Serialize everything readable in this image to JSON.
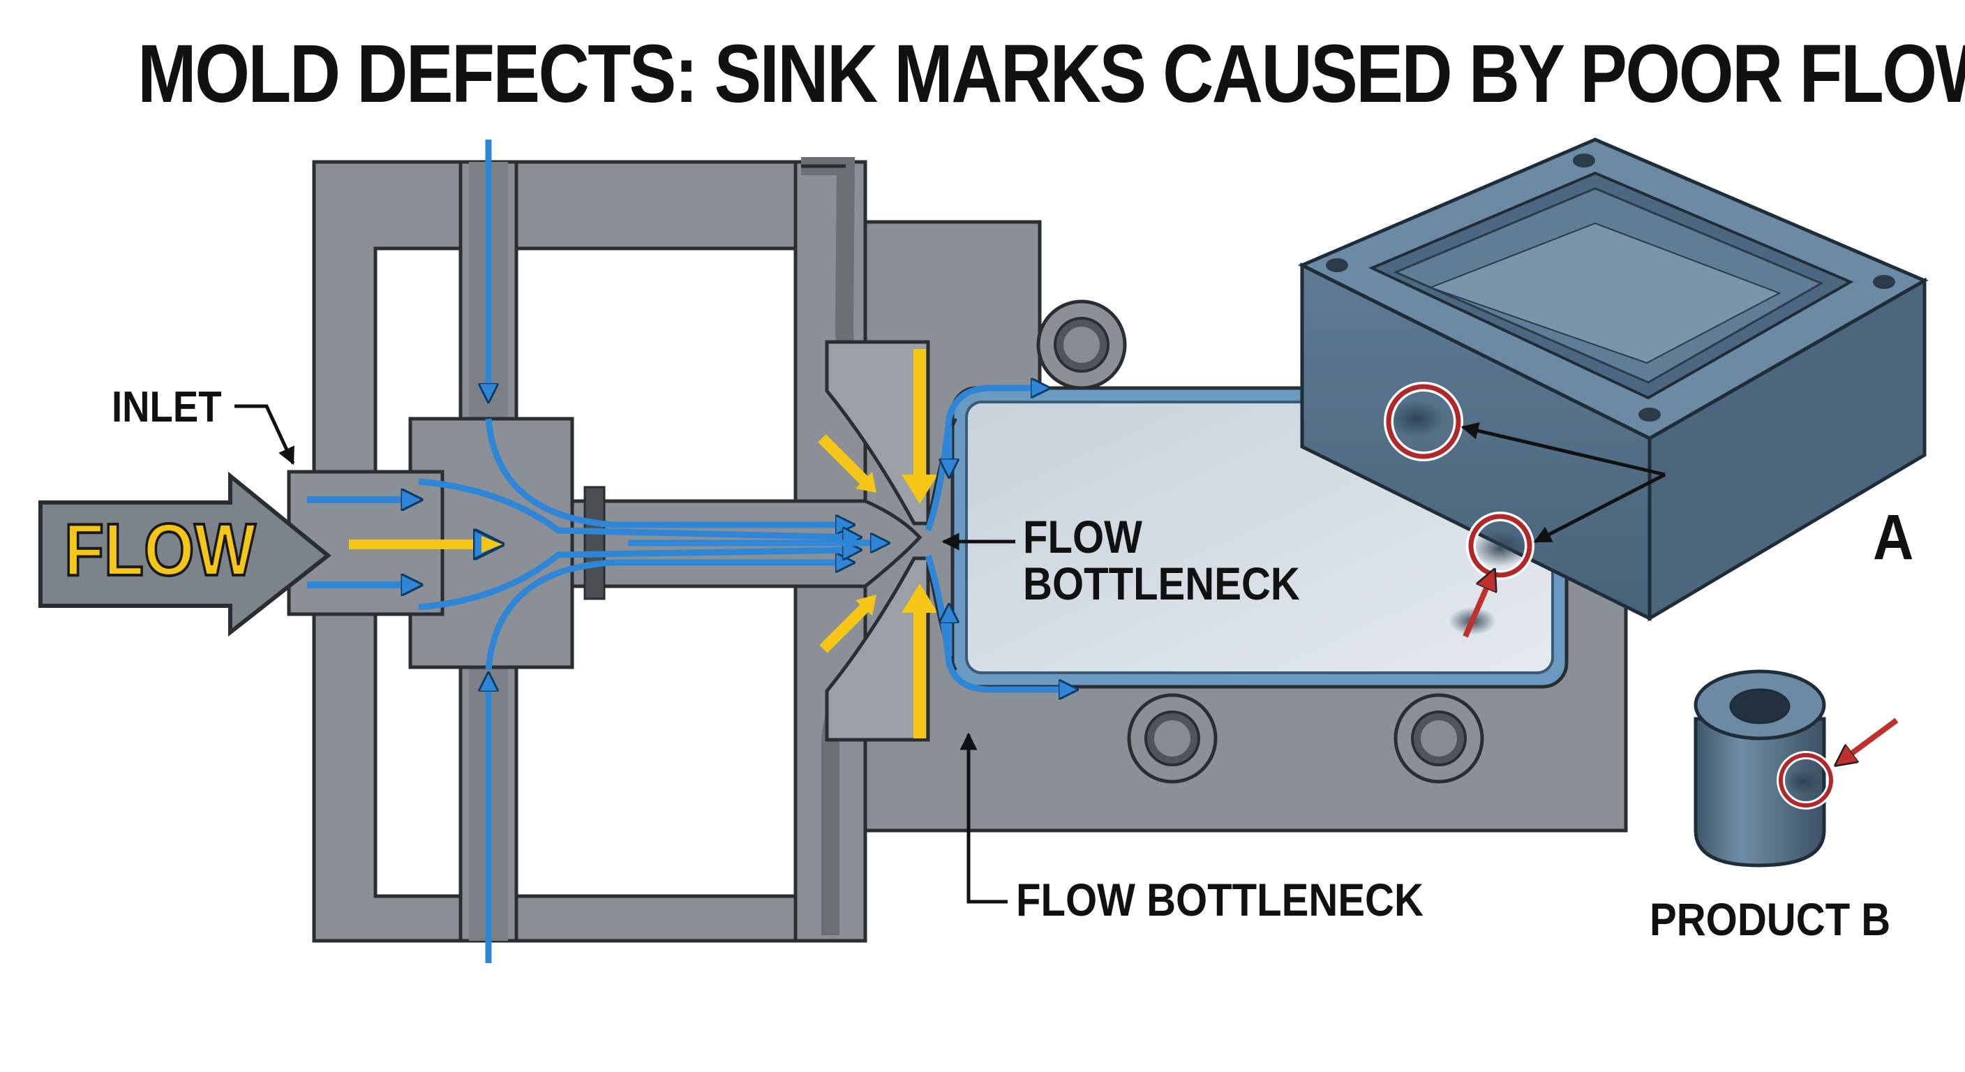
{
  "title": "MOLD DEFECTS: SINK MARKS CAUSED BY POOR FLOW",
  "labels": {
    "inlet": "INLET",
    "flow": "FLOW",
    "flow_bottleneck_top_line1": "FLOW",
    "flow_bottleneck_top_line2": "BOTTLENECK",
    "flow_bottleneck_bottom": "FLOW BOTTLENECK",
    "product_a": "A",
    "product_b": "PRODUCT B"
  },
  "colors": {
    "mold_gray": "#8b9096",
    "mold_dark": "#5f656b",
    "flow_blue": "#2f86d6",
    "arrow_yellow": "#f5c518",
    "cavity_fill": "#d4dce3",
    "part_blue": "#5a7890",
    "defect_red": "#b0282a"
  },
  "icons": [
    "flow-arrow-icon",
    "inlet-pointer-icon",
    "ejector-pin-icon",
    "sink-mark-marker-icon"
  ]
}
